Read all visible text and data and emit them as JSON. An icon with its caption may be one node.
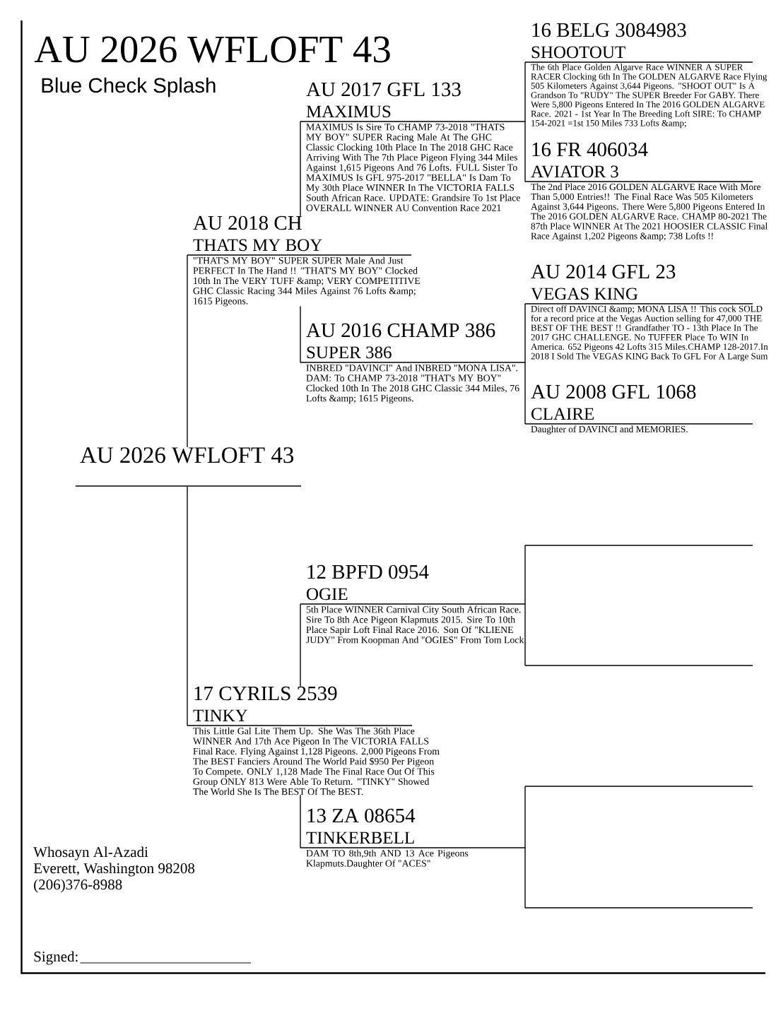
{
  "diagram": {
    "title": "AU 2026 WFLOFT 43",
    "nodes": [
      {
        "text": [
          "AU 2026 WFLOFT 43"
        ]
      },
      {
        "text": [
          "AU 2018 CH",
          "THATS MY BOY",
          "\"THAT'S MY BOY\" SUPER SUPER Male And Just PERFECT In The Hand !! \"THAT'S MY BOY\" Clocked 10th In The VERY TUFF &amp; VERY COMPETITIVE GHC Classic Racing 344 Miles Against 76 Lofts &amp; 1615 Pigeons."
        ]
      },
      {
        "text": [
          "17 CYRILS 2539",
          "TINKY",
          "This Little Gal Lite Them Up. She Was The 36th Place WINNER And 17th Ace Pigeon In The VICTORIA FALLS Final Race. Flying Against 1,128 Pigeons. 2,000 Pigeons From The BEST Fanciers Around The World Paid $950 Per Pigeon To Compete. ONLY 1,128 Made The Final Race Out Of This Group ONLY 813 Were Able To Return. \"TINKY\" Showed The World She Is The BEST Of The BEST."
        ]
      },
      {
        "text": [
          "AU 2017 GFL 133",
          "MAXIMUS",
          "MAXIMUS Is Sire To CHAMP 73-2018 \"THATS MY BOY\" SUPER Racing Male At The GHC Classic Clocking 10th Place In The 2018 GHC Race Arriving With The 7th Place Pigeon Flying 344 Miles Against 1,615 Pigeons And 76 Lofts. FULL Sister To MAXIMUS Is GFL 975-2017 \"BELLA\" Is Dam To My 30th Place WINNER In The VICTORIA FALLS South African Race. UPDATE: Grandsire To 1st Place OVERALL WINNER AU Convention Race 2021"
        ]
      },
      {
        "text": [
          "AU 2016 CHAMP 386",
          "SUPER 386",
          "INBRED \"DAVINCI\" And INBRED \"MONA LISA\". DAM: To CHAMP 73-2018 \"THAT's MY BOY\" Clocked 10th In The 2018 GHC Classic 344 Miles, 76 Lofts &amp; 1615 Pigeons."
        ]
      },
      {
        "text": [
          "12 BPFD 0954",
          "OGIE",
          "5th Place WINNER Carnival City South African Race. Sire To 8th Ace Pigeon Klapmuts 2015. Sire To 10th Place Sapir Loft Final Race 2016. Son Of \"KLIENE JUDY\" From Koopman And \"OGIES\" From Tom Lock"
        ]
      },
      {
        "text": [
          "13 ZA 08654",
          "TINKERBELL",
          "DAM TO 8th,9th AND 13 Ace Pigeons Klapmuts.Daughter Of \"ACES\""
        ]
      },
      {
        "text": [
          "16 BELG 3084983",
          "SHOOTOUT",
          "The 6th Place Golden Algarve Race WINNER A SUPER RACER Clocking 6th In The GOLDEN ALGARVE Race Flying 505 Kilometers Against 3,644 Pigeons. \"SHOOT OUT\" Is A Grandson To \"RUDY\" The SUPER Breeder For GABY. There Were 5,800 Pigeons Entered In The 2016 GOLDEN ALGARVE Race. 2021 - 1st Year In The Breeding Loft SIRE: To CHAMP 154-2021 =1st 150 Miles 733 Lofts &amp;"
        ]
      },
      {
        "text": [
          "16 FR 406034",
          "AVIATOR 3",
          "The 2nd Place 2016 GOLDEN ALGARVE Race With More Than 5,000 Entries!! The Final Race Was 505 Kilometers Against 3,644 Pigeons. There Were 5,800 Pigeons Entered In The 2016 GOLDEN ALGARVE Race. CHAMP 80-2021 The 87th Place WINNER At The 2021 HOOSIER CLASSIC Final Race Against 1,202 Pigeons &amp; 738 Lofts !!"
        ]
      },
      {
        "text": [
          "AU 2014 GFL 23",
          "VEGAS KING",
          "Direct off DAVINCI &amp; MONA LISA !! This cock SOLD for a record price at the Vegas Auction selling for 47,000 THE BEST OF THE BEST !! Grandfather TO - 13th Place In The 2017 GHC CHALLENGE. No TUFFER Place To WIN In America. 652 Pigeons 42 Lofts 315 Miles.CHAMP 128-2017.In 2018 I Sold The VEGAS KING Back To GFL For A Large Sum"
        ]
      },
      {
        "text": [
          "AU 2008 GFL 1068",
          "CLAIRE",
          "Daughter of DAVINCI and MEMORIES."
        ]
      },
      {
        "text": [],
        "shape": "line"
      },
      {
        "text": [],
        "shape": "line"
      },
      {
        "text": [],
        "shape": "line"
      },
      {
        "text": [],
        "shape": "line"
      }
    ],
    "edges": [
      {
        "from": 0,
        "to": 1,
        "arrow": "none"
      },
      {
        "from": 0,
        "to": 2,
        "arrow": "none"
      },
      {
        "from": 1,
        "to": 3,
        "arrow": "none"
      },
      {
        "from": 1,
        "to": 4,
        "arrow": "none"
      },
      {
        "from": 2,
        "to": 5,
        "arrow": "none"
      },
      {
        "from": 2,
        "to": 6,
        "arrow": "none"
      },
      {
        "from": 3,
        "to": 7,
        "arrow": "none"
      },
      {
        "from": 3,
        "to": 8,
        "arrow": "none"
      },
      {
        "from": 4,
        "to": 9,
        "arrow": "none"
      },
      {
        "from": 4,
        "to": 10,
        "arrow": "none"
      },
      {
        "from": 5,
        "to": 11,
        "arrow": "none"
      },
      {
        "from": 5,
        "to": 12,
        "arrow": "none"
      },
      {
        "from": 6,
        "to": 13,
        "arrow": "none"
      },
      {
        "from": 6,
        "to": 14,
        "arrow": "none"
      }
    ],
    "labels": [
      "Blue Check Splash",
      "Whosayn Al-Azadi",
      "Everett, Washington 98208",
      "(206)376-8988",
      "Signed:"
    ]
  }
}
